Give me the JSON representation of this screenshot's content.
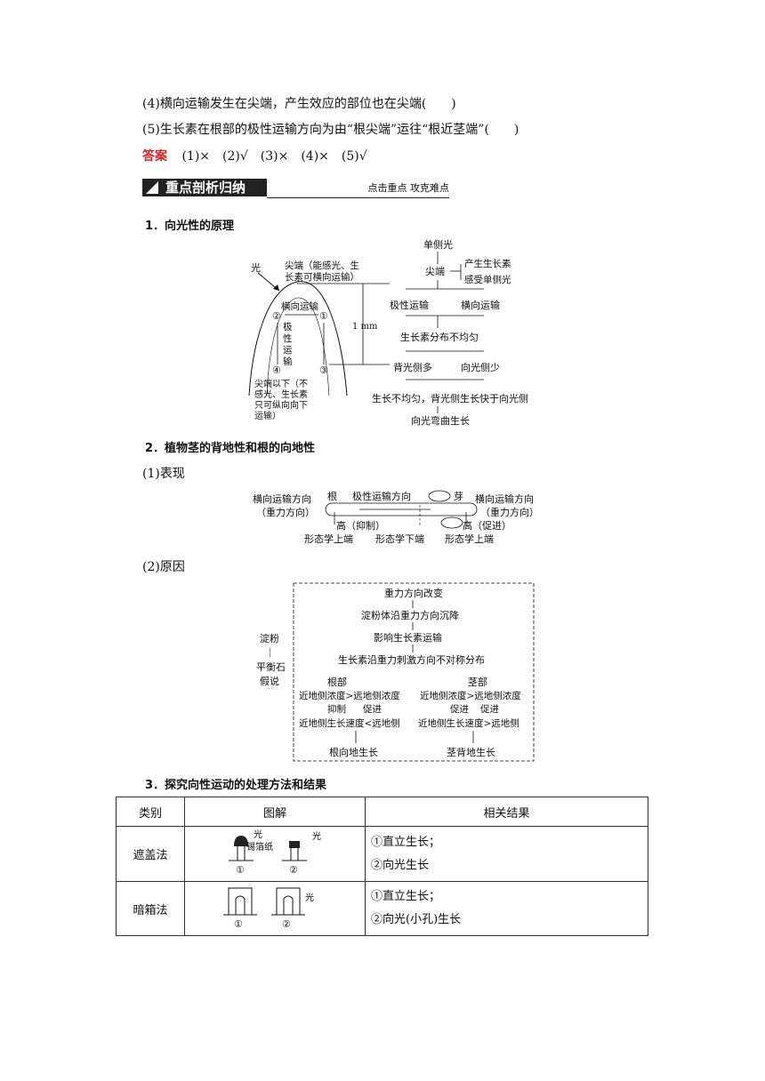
{
  "statements": [
    "(4)横向运输发生在尖端，产生效应的部位也在尖端(　　)",
    "(5)生长素在根部的极性运输方向为由“根尖端”运往“根近茎端”(　　)"
  ],
  "answer": {
    "label": "答案",
    "text": "(1)×　(2)√　(3)×　(4)×　(5)√"
  },
  "banner": {
    "title": "重点剖析归纳",
    "subtitle": "点击重点  攻克难点"
  },
  "section1": {
    "heading": "1．向光性的原理",
    "fig": {
      "light": "光",
      "tip_line1": "尖端（能感光、生",
      "tip_line2": "长素可横向运输）",
      "lateral": "横向运输",
      "n1": "①",
      "n2": "②",
      "n3": "③",
      "n4": "④",
      "polar_chars": [
        "极",
        "性",
        "运",
        "输"
      ],
      "mm": "1 mm",
      "below_lines": [
        "尖端以下（不",
        "感光、生长素",
        "只可纵向向下",
        "运输）"
      ]
    },
    "flow": {
      "single_light": "单侧光",
      "tip": "尖端",
      "produce": "产生生长素",
      "sense": "感受单侧光",
      "polar": "极性运输",
      "lateral": "横向运输",
      "uneven": "生长素分布不均匀",
      "back_more": "背光侧多",
      "front_less": "向光侧少",
      "growth_uneven": "生长不均匀，背光侧生长快于向光侧",
      "bend": "向光弯曲生长"
    }
  },
  "section2": {
    "heading": "2．植物茎的背地性和根的向地性",
    "sub1": "(1)表现",
    "fig1": {
      "root": "根",
      "polar_dir": "极性运输方向",
      "bud": "芽",
      "left_l1": "横向运输方向",
      "left_l2": "（重力方向）",
      "right_l1": "横向运输方向",
      "right_l2": "（重力方向）",
      "high_inhibit": "高（抑制）",
      "high_promote": "高（促进）",
      "morph_upper_left": "形态学上端",
      "morph_lower": "形态学下端",
      "morph_upper_right": "形态学上端"
    },
    "sub2": "(2)原因",
    "fig2": {
      "side_chars": [
        "淀粉",
        "｜",
        "平衡石",
        "假说"
      ],
      "s1": "重力方向改变",
      "s2": "淀粉体沿重力方向沉降",
      "s3": "影响生长素运输",
      "s4": "生长素沿重力刺激方向不对称分布",
      "root": "根部",
      "stem": "茎部",
      "root_conc": "近地侧浓度>远地侧浓度",
      "stem_conc": "近地侧浓度>远地侧浓度",
      "root_eff_a": "抑制",
      "root_eff_b": "促进",
      "stem_eff_a": "促进",
      "stem_eff_b": "促进",
      "root_speed": "近地侧生长速度<远地侧",
      "stem_speed": "近地侧生长速度>远地侧",
      "root_result": "根向地生长",
      "stem_result": "茎背地生长"
    }
  },
  "section3": {
    "heading": "3．探究向性运动的处理方法和结果",
    "columns": [
      "类别",
      "图解",
      "相关结果"
    ],
    "rows": [
      {
        "category": "遮盖法",
        "fig": {
          "light_a": "光",
          "foil": "锡箔纸",
          "light_b": "光",
          "n1": "①",
          "n2": "②"
        },
        "results": [
          "①直立生长；",
          "②向光生长"
        ]
      },
      {
        "category": "暗箱法",
        "fig": {
          "light": "光",
          "n1": "①",
          "n2": "②"
        },
        "results": [
          "①直立生长；",
          "②向光(小孔)生长"
        ]
      }
    ]
  }
}
